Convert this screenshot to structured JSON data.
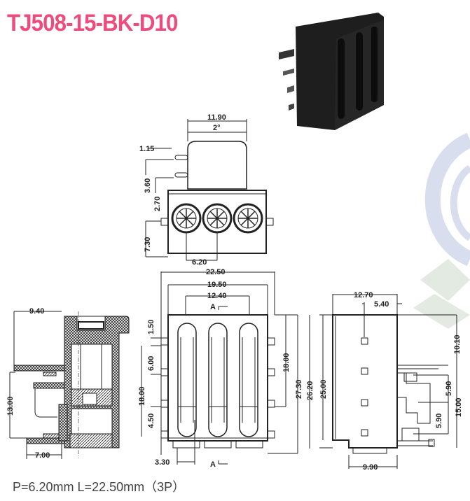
{
  "title": "TJ508-15-BK-D10",
  "footer": "P=6.20mm  L=22.50mm（3P）",
  "colors": {
    "title": "#ec4d7c",
    "body": "#1c1c1c",
    "line": "#222222",
    "watermark_blue": "#cfd6ea",
    "watermark_green": "#d9e4d9"
  },
  "top_view": {
    "dims": {
      "width_top": "11.90",
      "angle": "2°",
      "pin_offset": "1.15",
      "d1": "3.60",
      "d2": "2.70",
      "d3": "7.30",
      "pitch": "6.20"
    }
  },
  "front_view": {
    "dims": {
      "overall": "22.50",
      "inner": "19.50",
      "span": "12.40",
      "section_top": "A",
      "section_bottom": "A",
      "d_150": "1.50",
      "d_600": "6.00",
      "d_1800_left": "18.00",
      "d_450": "4.50",
      "d_1800_right": "18.00",
      "d_2730": "27.30",
      "d_330": "3.30"
    }
  },
  "section_view": {
    "dims": {
      "d_940": "9.40",
      "d_1300": "13.00",
      "d_700": "7.00"
    }
  },
  "side_view": {
    "dims": {
      "d_1270": "12.70",
      "d_540": "5.40",
      "d_2620": "26.20",
      "d_2500": "25.00",
      "d_1010": "10.10",
      "d_590a": "5.90",
      "d_590b": "5.90",
      "d_1500": "15.00",
      "d_990": "9.90"
    }
  }
}
